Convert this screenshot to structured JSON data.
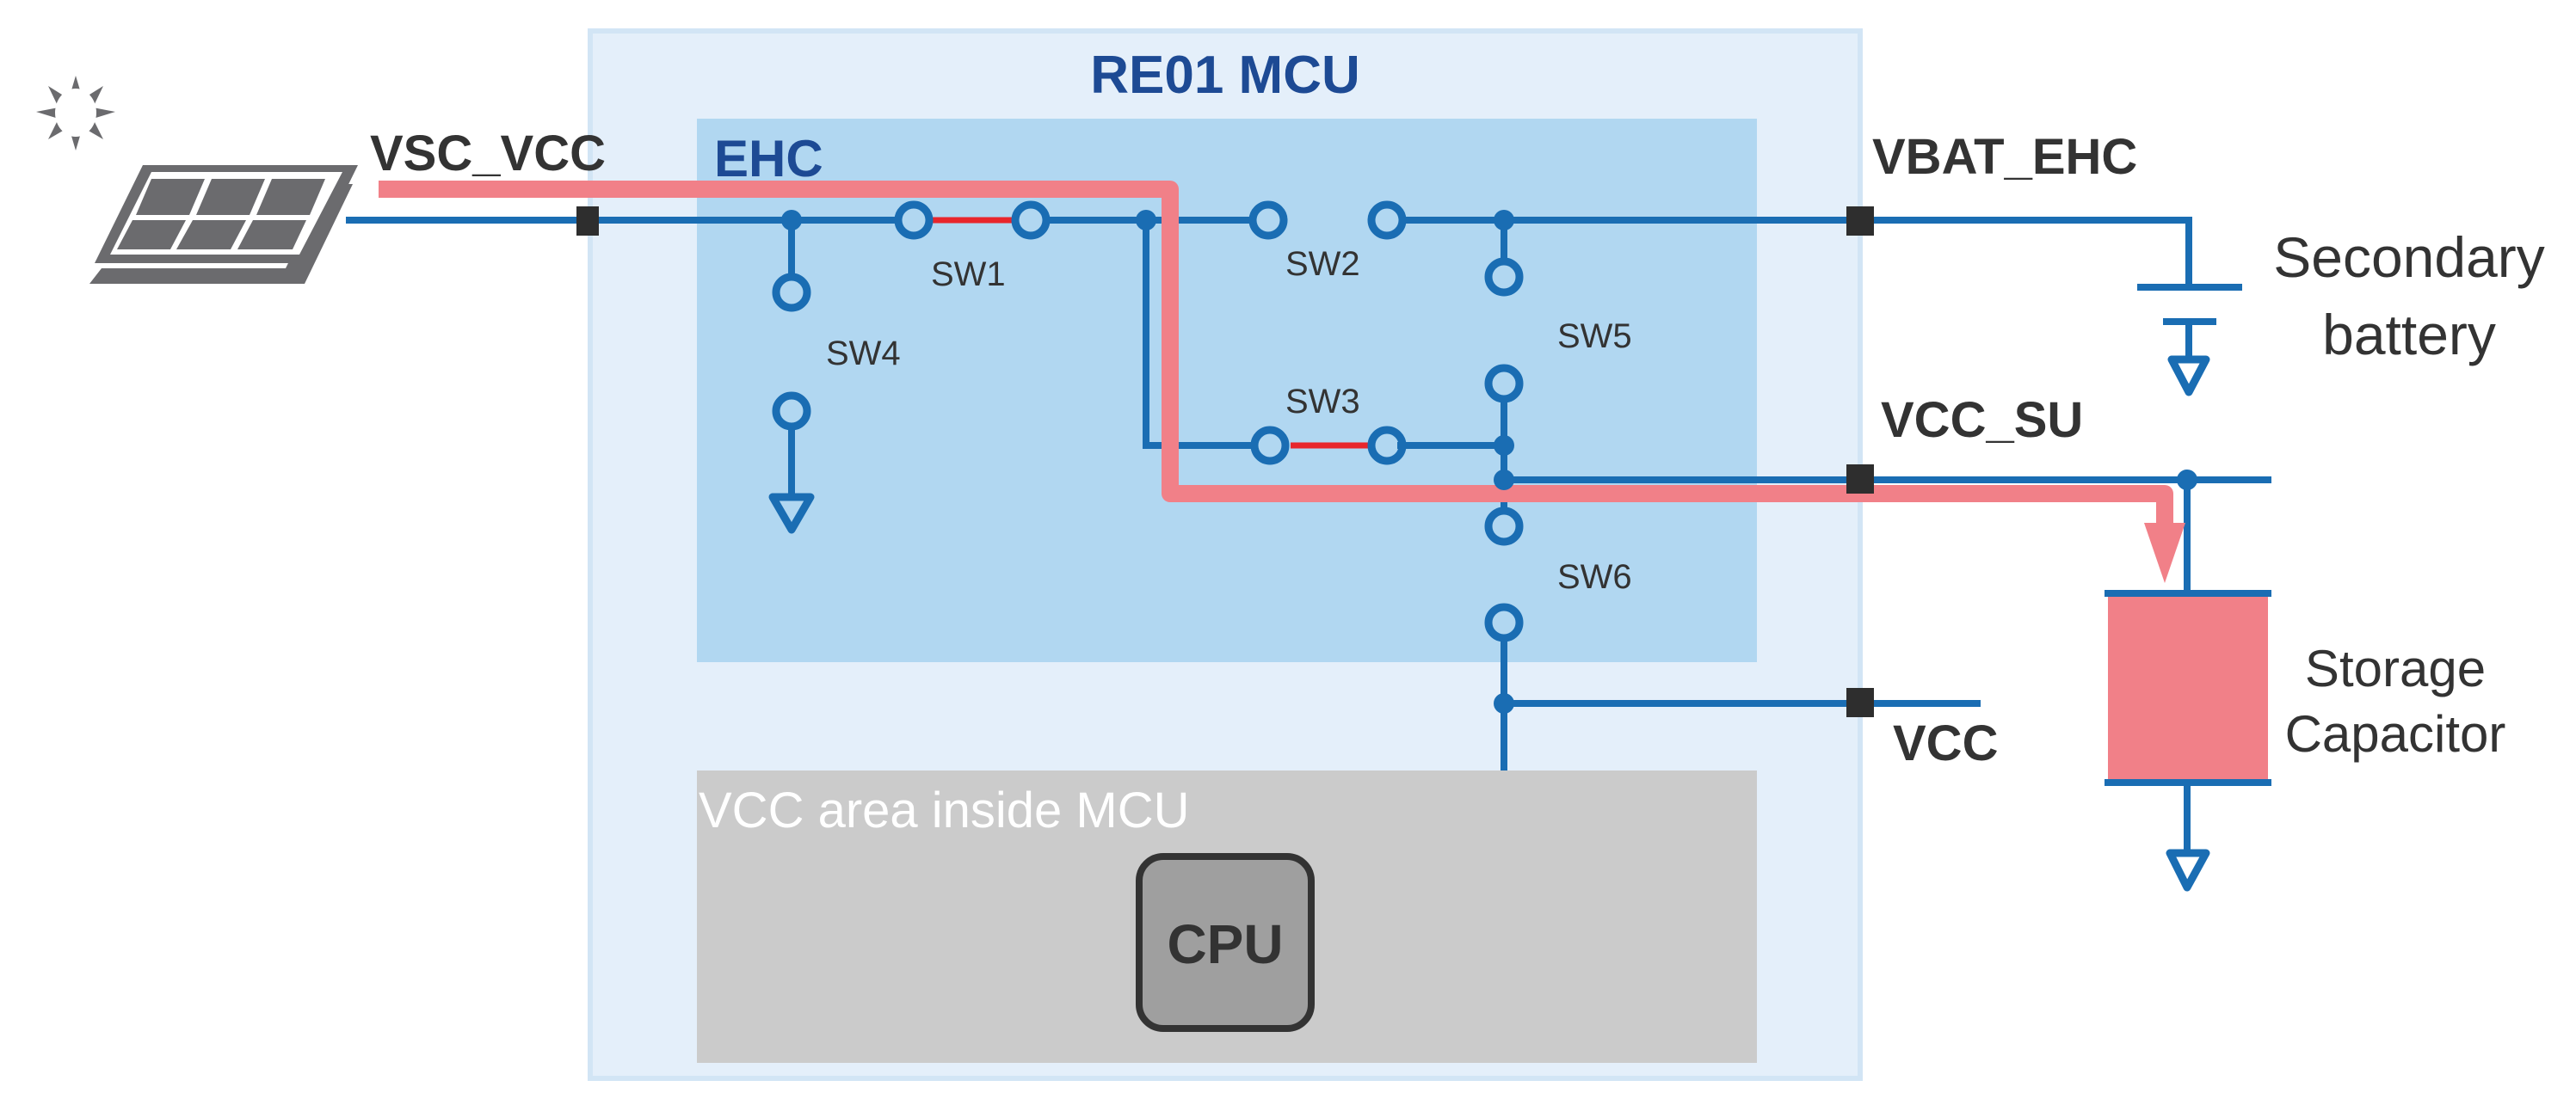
{
  "diagram": {
    "title": "RE01 MCU",
    "blocks": {
      "mcu": {
        "label": "RE01 MCU"
      },
      "ehc": {
        "label": "EHC"
      },
      "vcc_area": {
        "label": "VCC area inside MCU"
      },
      "cpu": {
        "label": "CPU"
      }
    },
    "pins": {
      "vsc_vcc": "VSC_VCC",
      "vbat_ehc": "VBAT_EHC",
      "vcc_su": "VCC_SU",
      "vcc": "VCC"
    },
    "switches": [
      {
        "id": "SW1",
        "label": "SW1",
        "state": "closed"
      },
      {
        "id": "SW2",
        "label": "SW2",
        "state": "open"
      },
      {
        "id": "SW3",
        "label": "SW3",
        "state": "closed"
      },
      {
        "id": "SW4",
        "label": "SW4",
        "state": "open"
      },
      {
        "id": "SW5",
        "label": "SW5",
        "state": "open"
      },
      {
        "id": "SW6",
        "label": "SW6",
        "state": "open"
      }
    ],
    "external": {
      "secondary_battery": {
        "line1": "Secondary",
        "line2": "battery"
      },
      "storage_capacitor": {
        "line1": "Storage",
        "line2": "Capacitor"
      },
      "source_icon": "solar-panel-icon"
    },
    "current_path": "VSC_VCC → SW1 → SW3 → VCC_SU → Storage Capacitor",
    "colors": {
      "wire": "#1a6db3",
      "current_path": "#f18088",
      "closed_switch": "#e8262c",
      "mcu_bg": "#e4effa",
      "ehc_bg": "#b1d7f1",
      "vcc_area_bg": "#cbcbcb",
      "cpu_bg": "#9f9f9f",
      "title_text": "#1d4a94"
    }
  }
}
